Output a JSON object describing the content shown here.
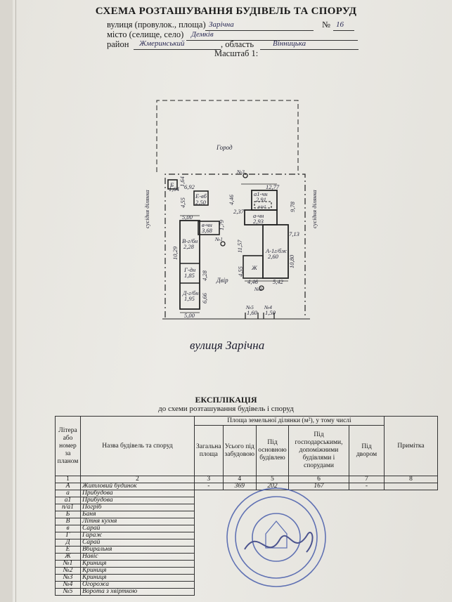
{
  "header": {
    "title": "СХЕМА РОЗТАШУВАННЯ БУДІВЕЛЬ ТА СПОРУД",
    "street_label": "вулиця (провулок., площа)",
    "street_value": "Зарічна",
    "number_label": "№",
    "number_value": "16",
    "city_label": "місто (селище, село)",
    "city_value": "Демків",
    "district_label": "район",
    "district_value": "Жмеринський",
    "region_label": ", область",
    "region_value": "Вінницька",
    "scale_label": "Масштаб 1:"
  },
  "plan": {
    "garden": "Город",
    "yard": "Двір",
    "neighbor_left": "сусідня ділянка",
    "neighbor_right": "сусідня ділянка",
    "street_name": "вулиця Зарічна",
    "dims": {
      "b_w": "1,64",
      "b_h": "1,64",
      "top_692": "6,92",
      "top_1277": "12,77",
      "v455a": "4,55",
      "v446": "4,46",
      "v978": "9,78",
      "d500a": "5,00",
      "d237": "2,37",
      "d179": "1,79",
      "v1029": "10,29",
      "v1157": "11,57",
      "d713": "7,13",
      "v428": "4,28",
      "v455b": "4,55",
      "v1080": "10,80",
      "v666": "6,66",
      "d446": "4,46",
      "d542": "5,42",
      "d500b": "5,00",
      "d160": "1,60",
      "d150": "1,50"
    },
    "labels": {
      "b_lit": "Б",
      "e_vb": "Е-вб",
      "e_val": "2,50",
      "v_cn": "в-чн",
      "v_val": "3,68",
      "vlit": "В-г/бн",
      "vlit_val": "2,28",
      "g_lit": "Г-дн",
      "g_val": "1,85",
      "d_lit": "Д-г/бн",
      "d_val": "1,95",
      "a1": "а1-чн",
      "a1_val": "2,91",
      "pgr": "п/а1",
      "a_cn": "а-чн",
      "a_val": "2,93",
      "a_main": "А-1г/бж",
      "a_main_val": "2,60",
      "zh": "Ж"
    },
    "marks": {
      "n1": "№1",
      "n2": "№2",
      "n3": "№3",
      "n4": "№4",
      "n5": "№5"
    }
  },
  "explication": {
    "title": "ЕКСПЛІКАЦІЯ",
    "subtitle": "до схеми розташування будівель і споруд",
    "head": {
      "lit": "Літера або номер за планом",
      "name": "Назва будівель та споруд",
      "area": "Площа земельної ділянки (м²), у тому числі",
      "total": "Загальна площа",
      "built": "Усього під забудовою",
      "main": "Під основною будівлею",
      "aux": "Під господарськими, допоміжними будівлями і спорудами",
      "yard": "Під двором",
      "note": "Примітка"
    },
    "nums": [
      "1",
      "2",
      "3",
      "4",
      "5",
      "6",
      "7",
      "8"
    ],
    "rows": [
      {
        "lit": "А",
        "name": "Житловий будинок",
        "total": "-",
        "built": "369",
        "main": "202",
        "aux": "167",
        "yard": "-",
        "note": ""
      },
      {
        "lit": "а",
        "name": "Прибудова"
      },
      {
        "lit": "а1",
        "name": "Прибудова"
      },
      {
        "lit": "п/а1",
        "name": "Погріб"
      },
      {
        "lit": "Б",
        "name": "Баня"
      },
      {
        "lit": "В",
        "name": "Літня кухня"
      },
      {
        "lit": "в",
        "name": "Сарай"
      },
      {
        "lit": "Г",
        "name": "Гараж"
      },
      {
        "lit": "Д",
        "name": "Сарай"
      },
      {
        "lit": "Е",
        "name": "Вбиральня"
      },
      {
        "lit": "Ж",
        "name": "Навіс"
      },
      {
        "lit": "№1",
        "name": "Криниця"
      },
      {
        "lit": "№2",
        "name": "Криниця"
      },
      {
        "lit": "№3",
        "name": "Криниця"
      },
      {
        "lit": "№4",
        "name": "Огорожа"
      },
      {
        "lit": "№5",
        "name": "Ворота з хвірткою"
      }
    ]
  }
}
